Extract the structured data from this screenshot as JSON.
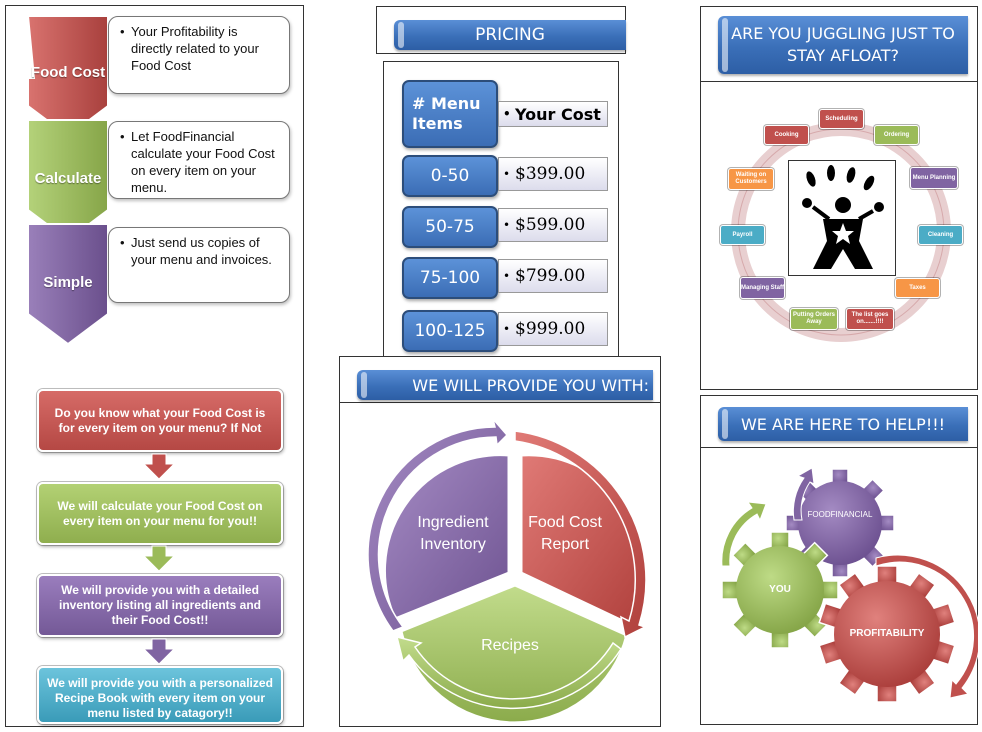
{
  "left_panel": {
    "steps": [
      {
        "label": "Food Cost",
        "text": "Your Profitability is directly related to your Food Cost",
        "color": "#c0504d"
      },
      {
        "label": "Calculate",
        "text": "Let FoodFinancial calculate your Food Cost on every item on your menu.",
        "color": "#9bbb59"
      },
      {
        "label": "Simple",
        "text": "Just send us copies of your menu and invoices.",
        "color": "#8064a2"
      }
    ],
    "flow": [
      {
        "text": "Do you know what your Food Cost is for every item on your menu? If Not",
        "color": "#c0504d"
      },
      {
        "text": "We will calculate your Food Cost on every item on your menu for you!!",
        "color": "#9bbb59"
      },
      {
        "text": "We will provide you with a detailed inventory listing all ingredients and their Food Cost!!",
        "color": "#8064a2"
      },
      {
        "text": "We will provide you with a personalized Recipe Book with every item on your menu listed by catagory!!",
        "color": "#4bacc6"
      }
    ]
  },
  "pricing": {
    "title": "PRICING",
    "header_items": "# Menu Items",
    "header_cost": "Your Cost",
    "rows": [
      {
        "range": "0-50",
        "cost": "$399.00"
      },
      {
        "range": "50-75",
        "cost": "$599.00"
      },
      {
        "range": "75-100",
        "cost": "$799.00"
      },
      {
        "range": "100-125",
        "cost": "$999.00"
      }
    ]
  },
  "provide": {
    "title": "WE WILL PROVIDE YOU WITH:",
    "segments": [
      {
        "label": "Ingredient Inventory",
        "color": "#8064a2"
      },
      {
        "label": "Food Cost Report",
        "color": "#c0504d"
      },
      {
        "label": "Recipes",
        "color": "#9bbb59"
      }
    ]
  },
  "juggling": {
    "title": "ARE YOU JUGGLING JUST TO STAY AFLOAT?",
    "tasks": [
      {
        "label": "Scheduling",
        "color": "#c0504d"
      },
      {
        "label": "Ordering",
        "color": "#9bbb59"
      },
      {
        "label": "Menu Planning",
        "color": "#8064a2"
      },
      {
        "label": "Cleaning",
        "color": "#4bacc6"
      },
      {
        "label": "Taxes",
        "color": "#f79646"
      },
      {
        "label": "The list goes on.......!!!!",
        "color": "#c0504d"
      },
      {
        "label": "Putting Orders Away",
        "color": "#9bbb59"
      },
      {
        "label": "Managing Staff",
        "color": "#8064a2"
      },
      {
        "label": "Payroll",
        "color": "#4bacc6"
      },
      {
        "label": "Waiting on Customers",
        "color": "#f79646"
      },
      {
        "label": "Cooking",
        "color": "#c0504d"
      }
    ]
  },
  "help": {
    "title": "WE ARE HERE TO HELP!!!",
    "gears": [
      {
        "label": "FOODFINANCIAL",
        "color": "#8064a2"
      },
      {
        "label": "YOU",
        "color": "#9bbb59"
      },
      {
        "label": "PROFITABILITY",
        "color": "#c0504d"
      }
    ]
  }
}
